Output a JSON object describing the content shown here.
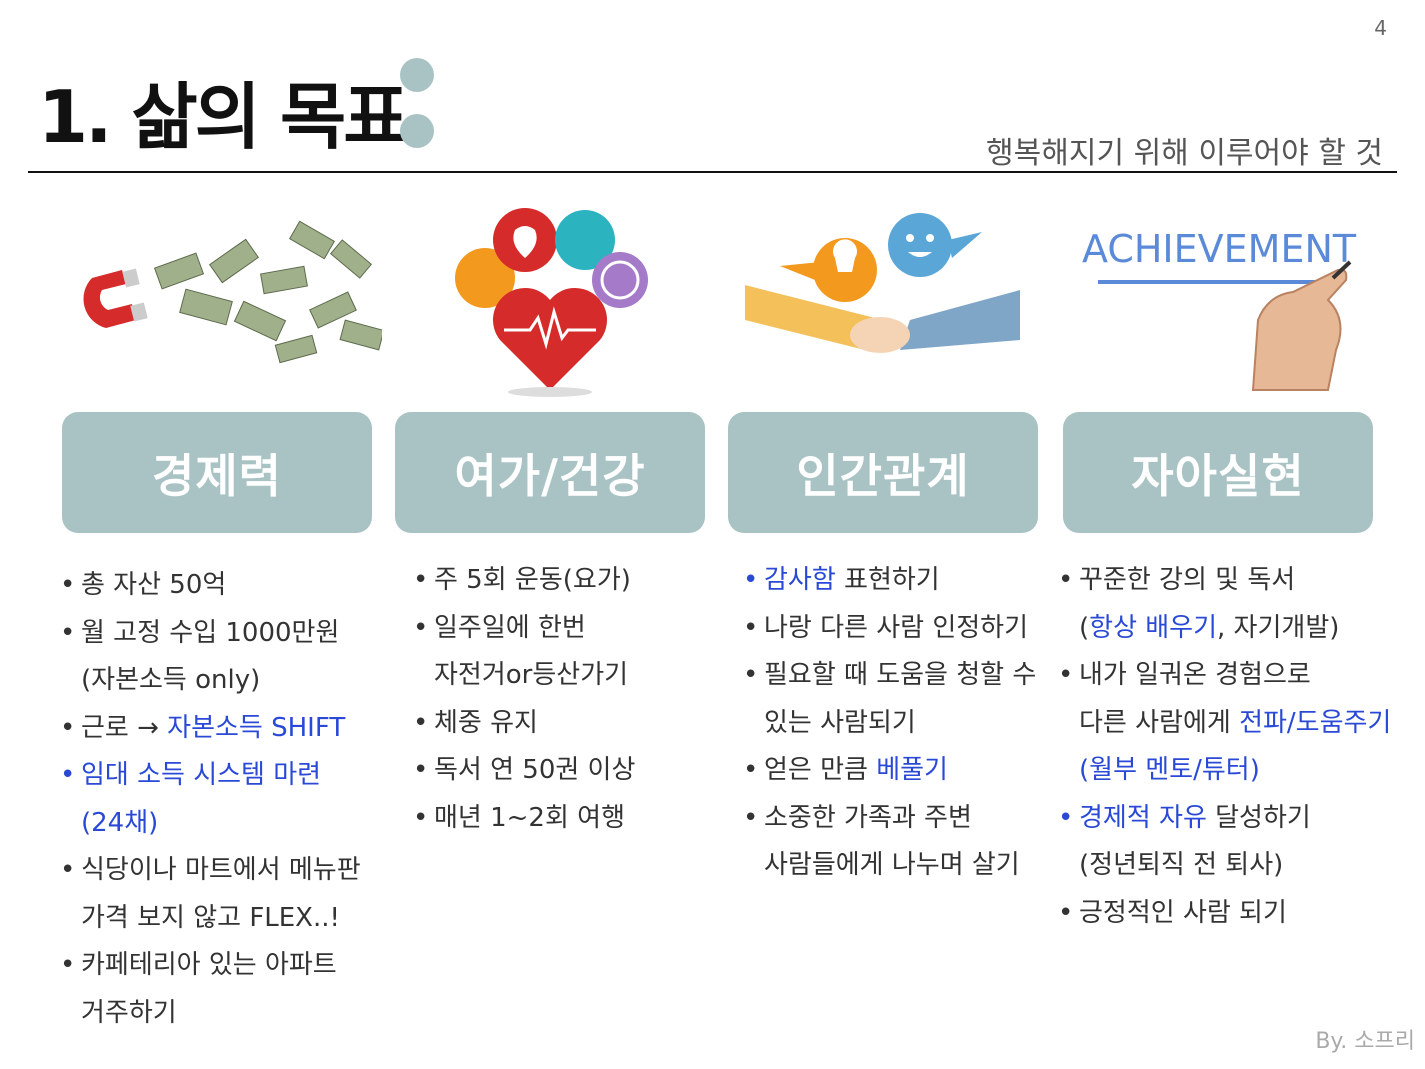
{
  "page_number": "4",
  "title": "1. 삶의 목표",
  "subtitle": "행복해지기 위해 이루어야 할 것",
  "footer": "By. 소프리",
  "achievement_word": "ACHIEVEMENT",
  "colors": {
    "category_box": "#a9c3c5",
    "highlight": "#2949d6"
  },
  "illustrations": [
    "magnet-money-icon",
    "health-heart-icon",
    "handshake-icon",
    "achievement-writing-icon"
  ],
  "categories": [
    {
      "label": "경제력",
      "lines": [
        {
          "bullet": true,
          "parts": [
            {
              "t": "총 자산 50억"
            }
          ]
        },
        {
          "bullet": true,
          "parts": [
            {
              "t": "월 고정 수입 1000만원"
            }
          ]
        },
        {
          "bullet": false,
          "parts": [
            {
              "t": "(자본소득 only)"
            }
          ]
        },
        {
          "bullet": true,
          "parts": [
            {
              "t": "근로 → "
            },
            {
              "t": "자본소득 SHIFT",
              "hl": true
            }
          ]
        },
        {
          "bullet": true,
          "hl_bullet": true,
          "parts": [
            {
              "t": "임대 소득 시스템 마련",
              "hl": true
            }
          ]
        },
        {
          "bullet": false,
          "parts": [
            {
              "t": "(24채)",
              "hl": true
            }
          ]
        },
        {
          "bullet": true,
          "parts": [
            {
              "t": "식당이나 마트에서 메뉴판"
            }
          ]
        },
        {
          "bullet": false,
          "parts": [
            {
              "t": "가격 보지 않고 FLEX..!"
            }
          ]
        },
        {
          "bullet": true,
          "parts": [
            {
              "t": "카페테리아 있는 아파트"
            }
          ]
        },
        {
          "bullet": false,
          "parts": [
            {
              "t": "거주하기"
            }
          ]
        }
      ]
    },
    {
      "label": "여가/건강",
      "lines": [
        {
          "bullet": true,
          "parts": [
            {
              "t": "주 5회 운동(요가)"
            }
          ]
        },
        {
          "bullet": true,
          "parts": [
            {
              "t": "일주일에 한번"
            }
          ]
        },
        {
          "bullet": false,
          "parts": [
            {
              "t": "자전거or등산가기"
            }
          ]
        },
        {
          "bullet": true,
          "parts": [
            {
              "t": "체중 유지"
            }
          ]
        },
        {
          "bullet": true,
          "parts": [
            {
              "t": "독서 연 50권 이상"
            }
          ]
        },
        {
          "bullet": true,
          "parts": [
            {
              "t": "매년 1~2회 여행"
            }
          ]
        }
      ]
    },
    {
      "label": "인간관계",
      "lines": [
        {
          "bullet": true,
          "hl_bullet": true,
          "parts": [
            {
              "t": "감사함",
              "hl": true
            },
            {
              "t": " 표현하기"
            }
          ]
        },
        {
          "bullet": true,
          "parts": [
            {
              "t": "나랑 다른 사람 인정하기"
            }
          ]
        },
        {
          "bullet": true,
          "parts": [
            {
              "t": "필요할 때 도움을 청할 수"
            }
          ]
        },
        {
          "bullet": false,
          "parts": [
            {
              "t": "있는 사람되기"
            }
          ]
        },
        {
          "bullet": true,
          "parts": [
            {
              "t": "얻은 만큼 "
            },
            {
              "t": "베풀기",
              "hl": true
            }
          ]
        },
        {
          "bullet": true,
          "parts": [
            {
              "t": "소중한 가족과 주변"
            }
          ]
        },
        {
          "bullet": false,
          "parts": [
            {
              "t": "사람들에게 나누며 살기"
            }
          ]
        }
      ]
    },
    {
      "label": "자아실현",
      "lines": [
        {
          "bullet": true,
          "parts": [
            {
              "t": "꾸준한 강의 및 독서"
            }
          ]
        },
        {
          "bullet": false,
          "parts": [
            {
              "t": "("
            },
            {
              "t": "항상 배우기",
              "hl": true
            },
            {
              "t": ", 자기개발)"
            }
          ]
        },
        {
          "bullet": true,
          "parts": [
            {
              "t": "내가 일궈온 경험으로"
            }
          ]
        },
        {
          "bullet": false,
          "parts": [
            {
              "t": "다른 사람에게 "
            },
            {
              "t": "전파/도움주기",
              "hl": true
            }
          ]
        },
        {
          "bullet": false,
          "parts": [
            {
              "t": "(월부 멘토/튜터)",
              "hl": true
            }
          ]
        },
        {
          "bullet": true,
          "hl_bullet": true,
          "parts": [
            {
              "t": "경제적 자유",
              "hl": true
            },
            {
              "t": " 달성하기"
            }
          ]
        },
        {
          "bullet": false,
          "parts": [
            {
              "t": "(정년퇴직 전 퇴사)"
            }
          ]
        },
        {
          "bullet": true,
          "parts": [
            {
              "t": "긍정적인 사람 되기"
            }
          ]
        }
      ]
    }
  ]
}
